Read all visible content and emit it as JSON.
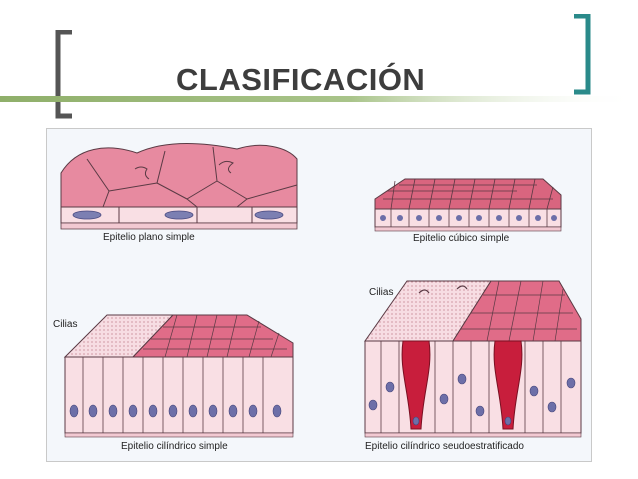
{
  "slide": {
    "title": "CLASIFICACIÓN",
    "accent_bar_color": "#8faf6a",
    "bracket_left_color": "#555555",
    "bracket_right_color": "#2a8a8a"
  },
  "figure": {
    "captions": {
      "plano_simple": "Epitelio plano simple",
      "cubico_simple": "Epitelio cúbico simple",
      "cilindrico_simple": "Epitelio cilíndrico simple",
      "seudoestratificado": "Epitelio cilíndrico seudoestratificado"
    },
    "labels": {
      "cilias_left": "Cilias",
      "cilias_right": "Cilias"
    },
    "colors": {
      "cell_pink": "#e78aa0",
      "cell_dark": "#c84e6e",
      "side_pale": "#f9dfe4",
      "nucleus": "#6d6fa8",
      "goblet_red": "#c81e3c",
      "outline": "#5a3a44"
    }
  }
}
